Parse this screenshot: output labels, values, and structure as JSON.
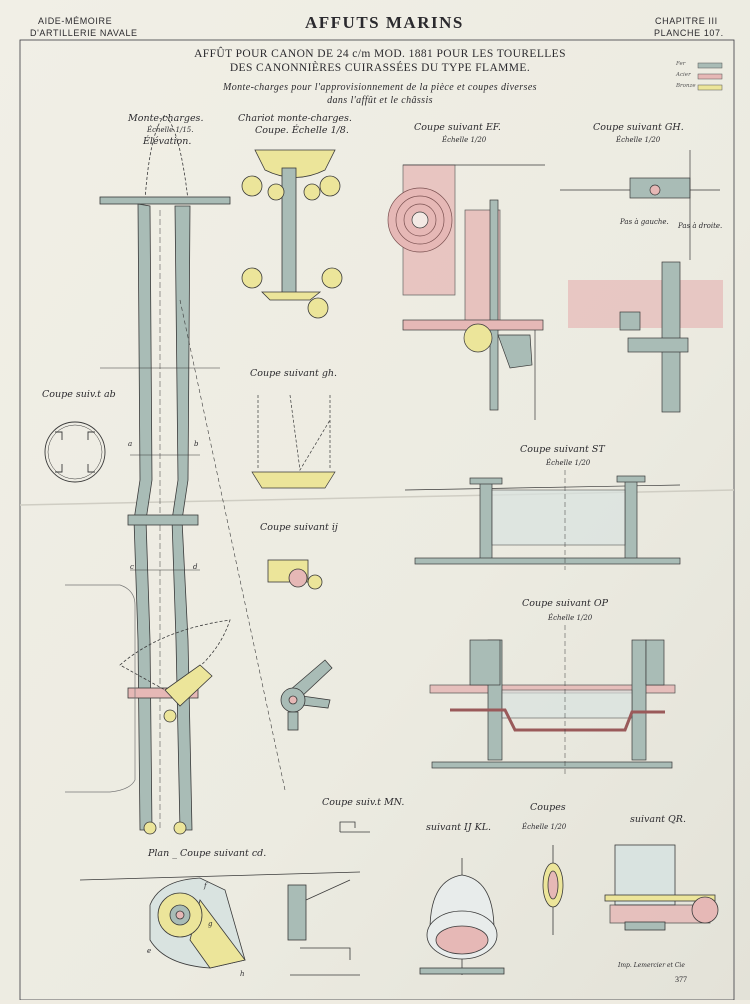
{
  "header": {
    "left_line1": "AIDE-MÉMOIRE",
    "left_line2": "D'ARTILLERIE NAVALE",
    "title": "AFFUTS MARINS",
    "right_line1": "CHAPITRE III",
    "right_line2": "PLANCHE 107."
  },
  "subtitle": {
    "line1": "AFFÛT POUR CANON DE 24 c/m MOD. 1881 POUR LES TOURELLES",
    "line2": "DES CANONNIÈRES CUIRASSÉES DU TYPE FLAMME.",
    "line3": "Monte-charges pour l'approvisionnement de la pièce et coupes diverses",
    "line4": "dans l'affût et le châssis"
  },
  "legend": [
    {
      "label": "Fer",
      "color": "#a9bcb6"
    },
    {
      "label": "Acier",
      "color": "#e6b8b6"
    },
    {
      "label": "Bronze",
      "color": "#ece59a"
    }
  ],
  "captions": {
    "monte_charges": "Monte-charges.",
    "monte_scale": "Échelle 1/15.",
    "elevation": "Élévation.",
    "chariot": "Chariot monte-charges.",
    "chariot_coupe": "Coupe. Échelle 1/8.",
    "coupe_ef": "Coupe suivant EF.",
    "coupe_ef_scale": "Échelle 1/20",
    "coupe_gh_upper": "Coupe suivant GH.",
    "coupe_gh_scale": "Échelle 1/20",
    "pas_gauche": "Pas à gauche.",
    "pas_droite": "Pas à droite.",
    "coupe_ab": "Coupe suiv.t ab",
    "coupe_gh_lower": "Coupe suivant gh.",
    "coupe_ij": "Coupe suivant ij",
    "coupe_st": "Coupe suivant ST",
    "coupe_st_scale": "Échelle 1/20",
    "coupe_op": "Coupe suivant OP",
    "coupe_op_scale": "Échelle 1/20",
    "coupe_mn": "Coupe suiv.t MN.",
    "coupes": "Coupes",
    "coupes_scale": "Échelle 1/20",
    "suivant_ijkl": "suivant IJ KL.",
    "suivant_qr": "suivant QR.",
    "plan": "Plan _ Coupe suivant cd.",
    "page_number": "377",
    "printer": "Imp. Lemercier et Cie"
  },
  "letters": {
    "a": "a",
    "b": "b",
    "c": "c",
    "d": "d",
    "e": "e",
    "f": "f",
    "g": "g",
    "h": "h"
  }
}
